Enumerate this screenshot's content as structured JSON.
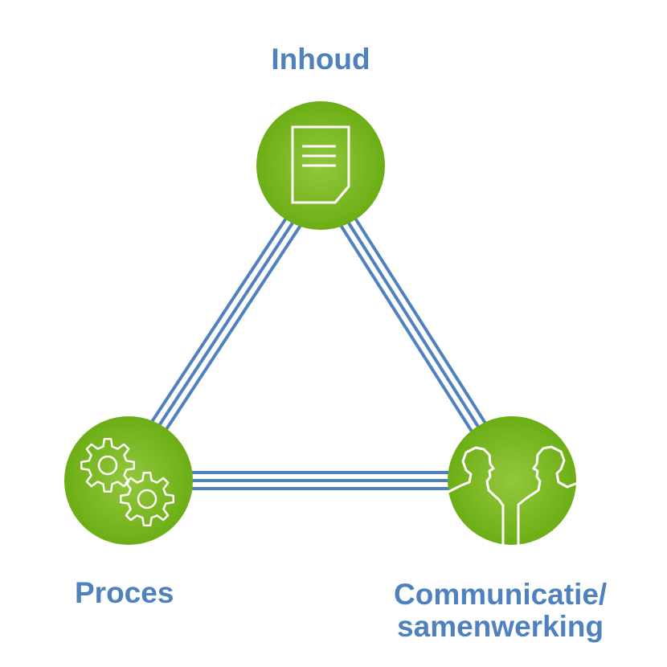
{
  "diagram": {
    "colors": {
      "label": "#4f81bd",
      "connector": "#4f81bd",
      "node_center": "#93c83d",
      "node_edge": "#6cae15",
      "icon_stroke": "#ffffff"
    },
    "nodes": {
      "top": {
        "label": "Inhoud",
        "icon": "document-icon"
      },
      "left": {
        "label": "Proces",
        "icon": "gears-icon"
      },
      "right": {
        "label_line1": "Communicatie/",
        "label_line2": "samenwerking",
        "icon": "two-people-icon"
      }
    }
  }
}
